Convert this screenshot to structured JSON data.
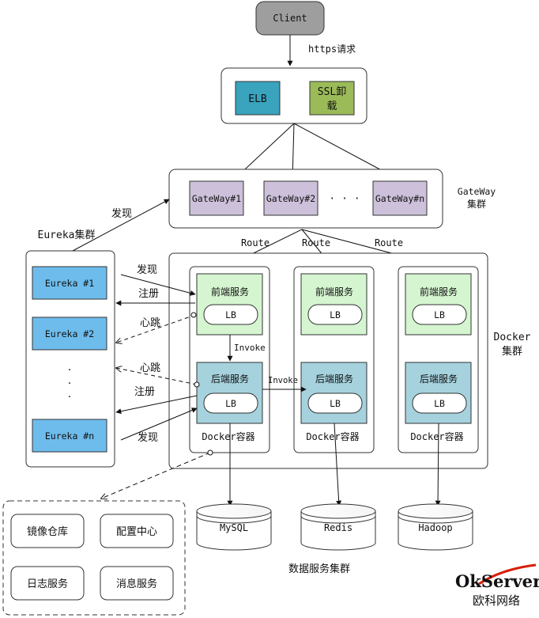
{
  "client": {
    "label": "Client"
  },
  "https_label": "https请求",
  "elb_group": {
    "elb": "ELB",
    "ssl_line1": "SSL卸",
    "ssl_line2": "载"
  },
  "gateway": {
    "items": [
      "GateWay#1",
      "GateWay#2",
      "GateWay#n"
    ],
    "ellipsis": "· · ·",
    "label_line1": "GateWay",
    "label_line2": "集群"
  },
  "route_labels": [
    "Route",
    "Route",
    "Route"
  ],
  "eureka": {
    "title": "Eureka集群",
    "items": [
      "Eureka #1",
      "Eureka #2",
      "Eureka #n"
    ],
    "vdots": "·"
  },
  "relations": {
    "discover": "发现",
    "register": "注册",
    "heartbeat": "心跳",
    "invoke": "Invoke"
  },
  "docker": {
    "label_line1": "Docker",
    "label_line2": "集群",
    "container_label": "Docker容器",
    "frontend": "前端服务",
    "backend": "后端服务",
    "lb": "LB"
  },
  "data_services": {
    "items": [
      "MySQL",
      "Redis",
      "Hadoop"
    ],
    "title": "数据服务集群"
  },
  "support_services": [
    "镜像仓库",
    "配置中心",
    "日志服务",
    "消息服务"
  ],
  "logo": {
    "brand_ok": "Ok",
    "brand_server": "Server",
    "cn": "欧科网络"
  },
  "colors": {
    "client_fill": "#9e9e9e",
    "elb_fill": "#3aa3be",
    "ssl_fill": "#9bbb59",
    "gateway_fill": "#ccc0da",
    "eureka_fill": "#6ebcec",
    "frontend_fill": "#d5f5d0",
    "backend_fill": "#a5d2dd",
    "logo_red": "#d81e06"
  }
}
